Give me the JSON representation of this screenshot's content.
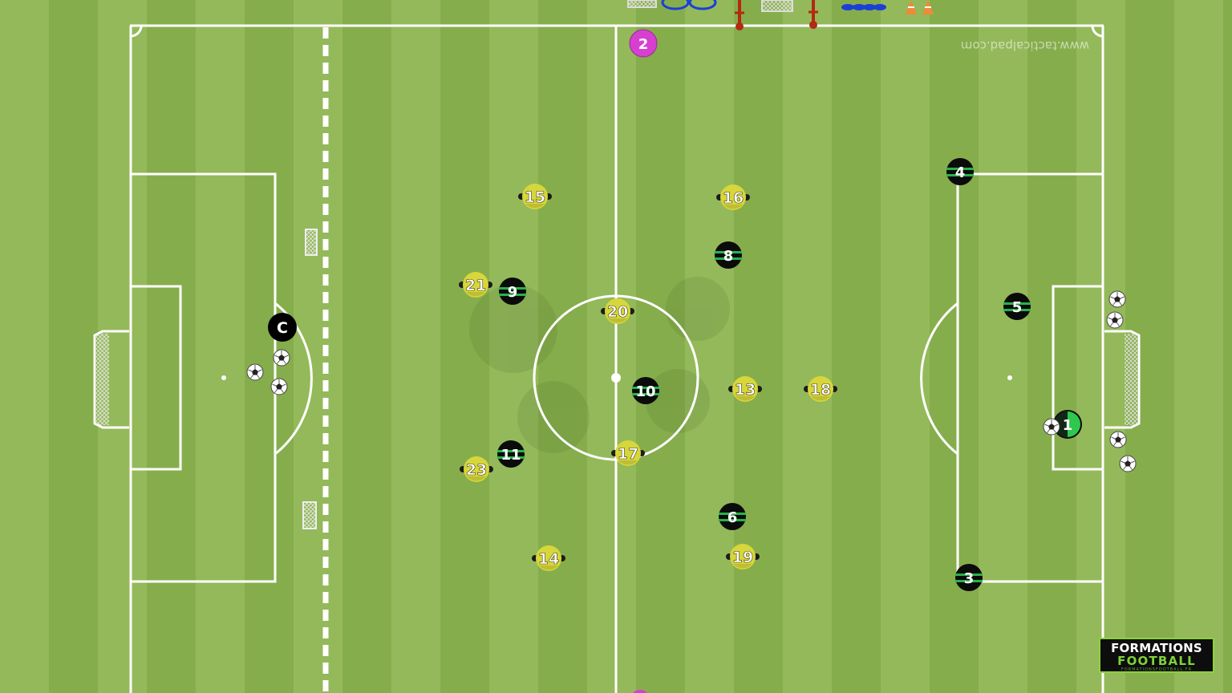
{
  "watermark": "www.tacticalpad.com",
  "logo": {
    "line1": "FORMATIONS",
    "line2": "FOOTBALL",
    "line3": "FORMATIONSFOOTBALL.FR"
  },
  "colors": {
    "grass_light": "#94b95a",
    "grass_dark": "#86ad4c",
    "lines": "#ffffff",
    "team_yellow": "#d7d63a",
    "team_black": "#0b0b0b",
    "stripe_green": "#27b34a",
    "keeper_green": "#2ec84f",
    "neutral_pink": "#d63fd0",
    "coach": "#000000"
  },
  "players": {
    "yellow": [
      "15",
      "16",
      "21",
      "20",
      "13",
      "18",
      "23",
      "17",
      "14",
      "19"
    ],
    "black": [
      "4",
      "8",
      "9",
      "5",
      "10",
      "11",
      "6",
      "3"
    ],
    "keeper": "1",
    "pink": "2",
    "coach": "C"
  },
  "equipment": [
    "mini-goal-icon",
    "hoop-icon",
    "pole-icon",
    "hurdle-icon",
    "marker-disc-icon",
    "cone-icon"
  ]
}
